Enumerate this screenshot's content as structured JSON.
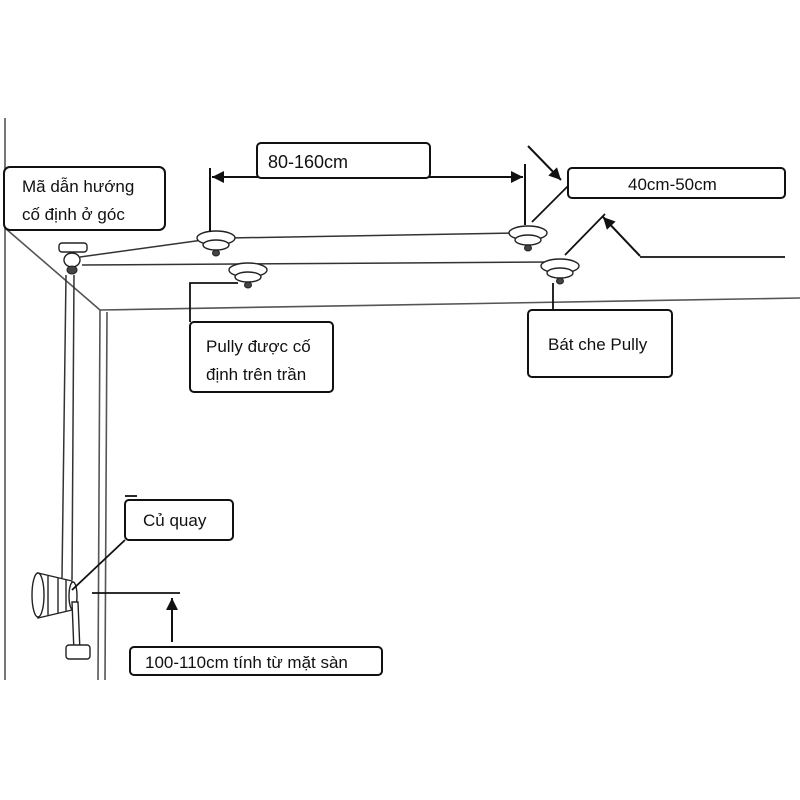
{
  "labels": {
    "width_range": "80-160cm",
    "depth_range": "40cm-50cm",
    "corner_guide": [
      "Mã dẫn hướng",
      "cố định ở góc"
    ],
    "pulley_fixed": [
      "Pully được cố",
      "định trên trần"
    ],
    "pulley_cover": "Bát che Pully",
    "crank": "Củ quay",
    "height_range": "100-110cm tính từ mặt sàn"
  },
  "colors": {
    "width_label": "#c00000",
    "line": "#333333",
    "background": "#ffffff"
  }
}
